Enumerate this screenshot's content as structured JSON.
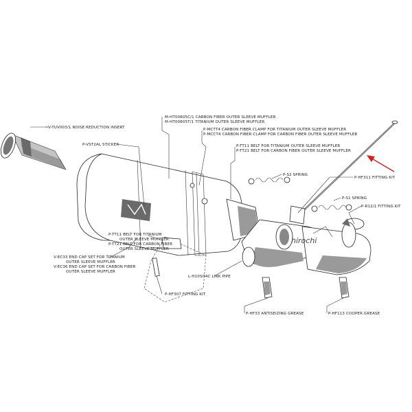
{
  "parts": {
    "noise_insert": "V-TUV003/1  NOISE REDUCTION INSERT",
    "muffler_cf": "M-HT00805C/1  CARBON FIBER OUTER SLEEVE MUFFLER",
    "muffler_ti": "M-HT00805T/1  TITANIUM OUTER SLEEVE MUFFLER",
    "clamp_ti": "P-MCTT4  CARBON FIBER CLAMP FOR TITANIUM OUTER SLEEVE MUFFLER",
    "clamp_cf": "P-MCCT4  CARBON FIBER CLAMP FOR CARBON FIBER OUTER SLEEVE MUFFLER",
    "belt_ti_right": "P-TT11  BELT FOR TITANIUM OUTER SLEEVE MUFFLER",
    "belt_cf_right": "P-TT21  BELT FOR CARBON FIBER OUTER SLEEVE MUFFLER",
    "sticker": "P-VST2AL  STICKER",
    "spring_s2": "P-S2  SPRING",
    "fitting_hf311": "P-HF311  FITTING KIT",
    "spring_s1": "P-S1  SPRING",
    "fitting_r121": "P-R12/1  FITTING KIT",
    "belt_ti_left_1": "P-TT11  BELT FOR TITANIUM",
    "belt_ti_left_2": "OUTER SLEEVE MUFFLER",
    "belt_cf_left_1": "P-TT21  BELT FOR CARBON FIBER",
    "belt_cf_left_2": "OUTER SLEEVE MUFFLER",
    "endcap_ti_1": "V-EC33  END CAP SET FOR TITANIUM",
    "endcap_ti_2": "OUTER SLEEVE MUFFLER",
    "endcap_cf_1": "V-EC36  END CAP SET FOR CARBON FIBER",
    "endcap_cf_2": "OUTER SLEEVE MUFFLER",
    "link_pipe": "L-H10SO4C  LINK PIPE",
    "fitting_hf307": "P-HF307  FITTING KIT",
    "grease_antiseize": "P-HF33  ANTISEIZING GREASE",
    "grease_cooper": "P-HF113  COOPER GREASE"
  },
  "watermark": "hirochi",
  "colors": {
    "arrow": "#d81e1e",
    "line": "#222222",
    "shade": "#9a9a9a"
  }
}
